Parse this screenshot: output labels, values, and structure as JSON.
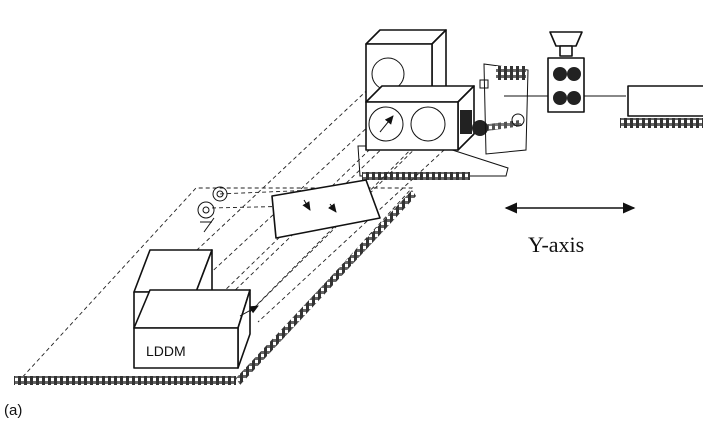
{
  "diagram": {
    "module_label": "LDDM",
    "axis_label": "Y-axis",
    "panel_label": "(a)"
  },
  "colors": {
    "ink": "#111111",
    "rail": "#444444",
    "background": "#ffffff"
  }
}
